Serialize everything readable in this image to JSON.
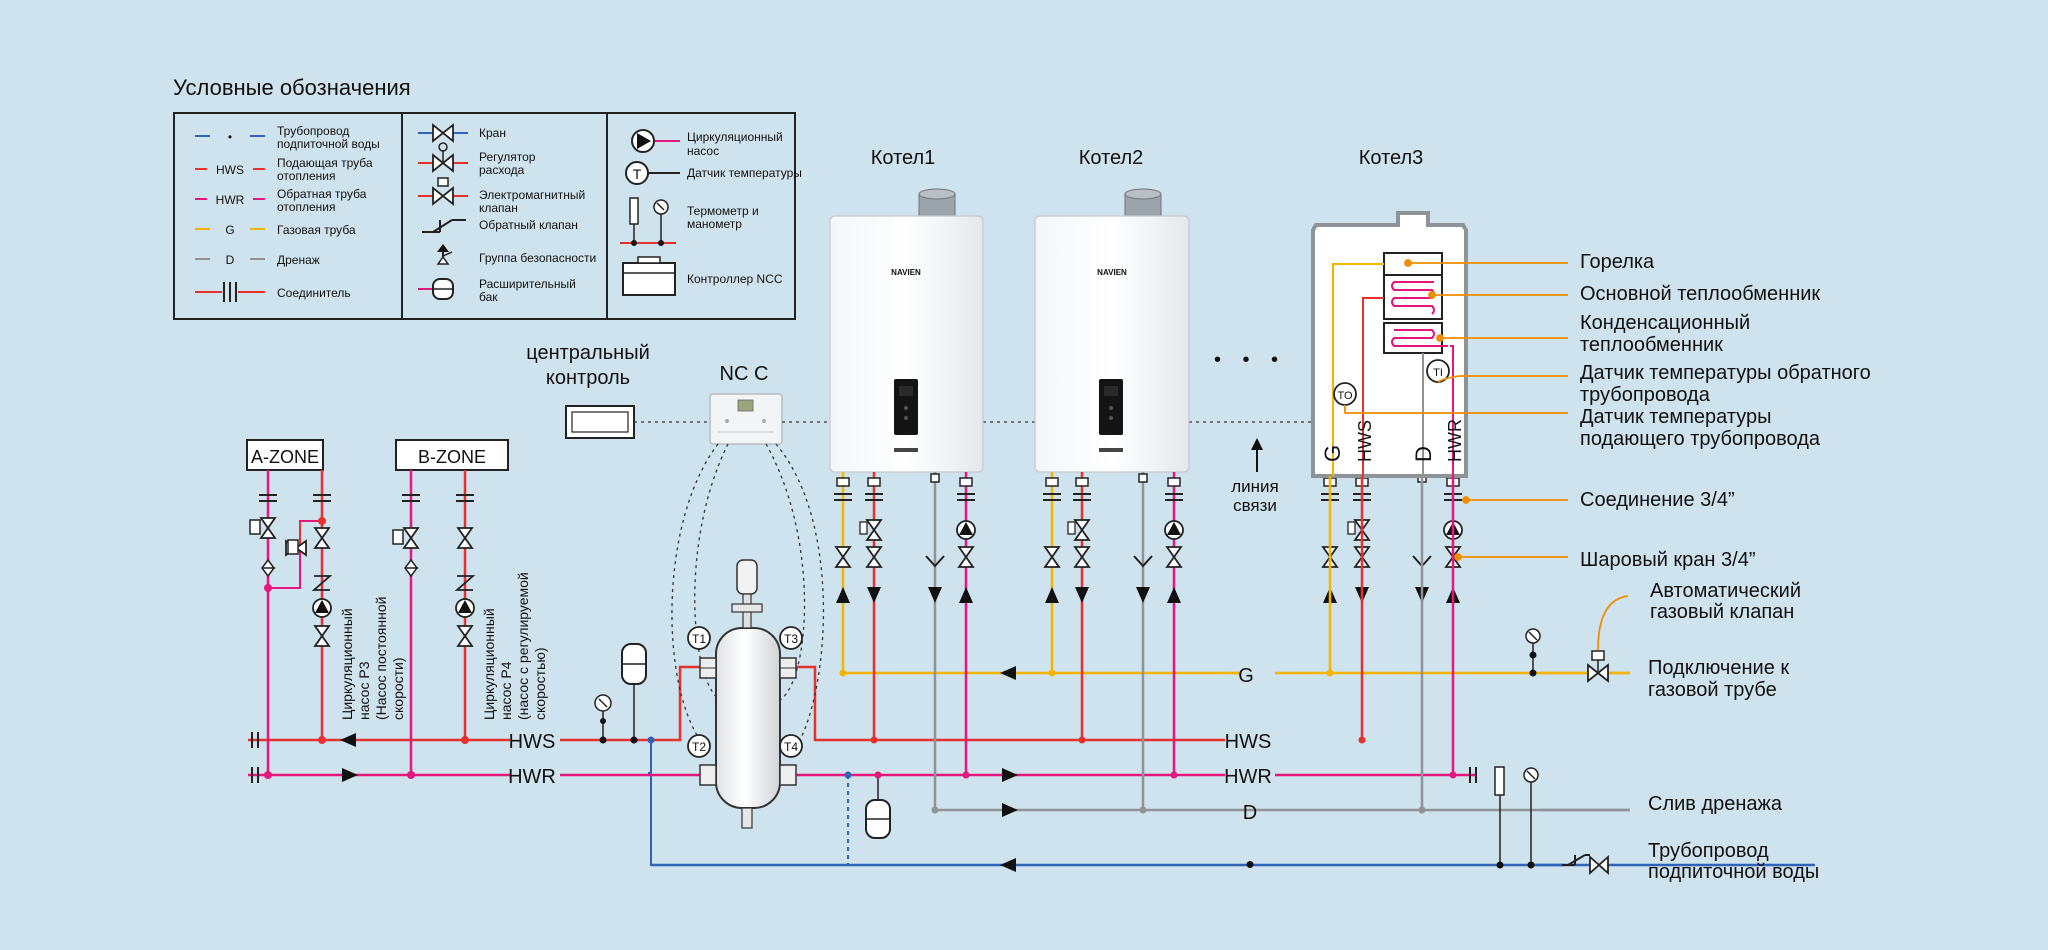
{
  "colors": {
    "background": "#cfe3ee",
    "hws": "#e5322d",
    "hwr": "#e5177b",
    "gas": "#f4b400",
    "drain": "#8f9395",
    "makeup": "#2e63b8",
    "callout": "#f08c00"
  },
  "legend": {
    "title": "Условные обозначения",
    "col1": [
      {
        "symbol": "•",
        "text": [
          "Трубопровод",
          "подпиточной воды"
        ],
        "icon": "makeup-line-icon"
      },
      {
        "symbol": "HWS",
        "text": [
          "Подающая труба",
          "отопления"
        ],
        "icon": "hws-line-icon"
      },
      {
        "symbol": "HWR",
        "text": [
          "Обратная труба",
          "отопления"
        ],
        "icon": "hwr-line-icon"
      },
      {
        "symbol": "G",
        "text": [
          "Газовая труба"
        ],
        "icon": "gas-line-icon"
      },
      {
        "symbol": "D",
        "text": [
          "Дренаж"
        ],
        "icon": "drain-line-icon"
      },
      {
        "symbol": "",
        "text": [
          "Соединитель"
        ],
        "icon": "connector-icon"
      }
    ],
    "col2": [
      {
        "text": [
          "Кран"
        ],
        "icon": "valve-icon"
      },
      {
        "text": [
          "Регулятор",
          "расхода"
        ],
        "icon": "flow-regulator-icon"
      },
      {
        "text": [
          "Электромагнитный",
          "клапан"
        ],
        "icon": "solenoid-valve-icon"
      },
      {
        "text": [
          "Обратный клапан"
        ],
        "icon": "check-valve-icon"
      },
      {
        "text": [
          "Группа безопасности"
        ],
        "icon": "safety-group-icon"
      },
      {
        "text": [
          "Расширительный",
          "бак"
        ],
        "icon": "expansion-tank-icon"
      }
    ],
    "col3": [
      {
        "text": [
          "Циркуляционный",
          "насос"
        ],
        "icon": "pump-icon"
      },
      {
        "text": [
          "Датчик температуры"
        ],
        "icon": "temp-sensor-icon"
      },
      {
        "text": [
          "Термометр и",
          "манометр"
        ],
        "icon": "thermometer-manometer-icon"
      },
      {
        "text": [
          "Контроллер NCC"
        ],
        "icon": "ncc-controller-icon"
      }
    ]
  },
  "boilers": [
    {
      "label": "Котел1",
      "brand": "NAVIEN"
    },
    {
      "label": "Котел2",
      "brand": "NAVIEN"
    },
    {
      "label": "Котел3"
    }
  ],
  "boiler3_ports": [
    "G",
    "HWS",
    "D",
    "HWR"
  ],
  "sensors": {
    "to": "TO",
    "ti": "TI",
    "hydro": [
      "T1",
      "T3",
      "T2",
      "T4"
    ]
  },
  "control": {
    "central": [
      "центральный",
      "контроль"
    ],
    "ncc": "NC C",
    "dots": "• • •",
    "comm": [
      "линия",
      "связи"
    ]
  },
  "zones": {
    "a": "A-ZONE",
    "b": "B-ZONE",
    "pump_a": [
      "Циркуляционный",
      "насос P3",
      "(Насос постоянной",
      "скорости)"
    ],
    "pump_b": [
      "Циркуляционный",
      "насос P4",
      "(насос с регулируемой",
      "скоростью)"
    ]
  },
  "pipes": {
    "hws": "HWS",
    "hwr": "HWR",
    "g": "G",
    "d": "D",
    "makeup_dot": "•"
  },
  "callouts": {
    "burner": "Горелка",
    "main_hx": "Основной теплообменник",
    "cond_hx": [
      "Конденсационный",
      "теплообменник"
    ],
    "return_sensor": [
      "Датчик температуры обратного",
      "трубопровода"
    ],
    "supply_sensor": [
      "Датчик температуры",
      "подающего трубопровода"
    ],
    "connection": "Соединение 3/4”",
    "ball_valve": "Шаровый кран 3/4”",
    "auto_gas": [
      "Автоматический",
      "газовый клапан"
    ],
    "gas_connect": [
      "Подключение к",
      "газовой трубе"
    ],
    "drain": "Слив дренажа",
    "makeup": [
      "Трубопровод",
      "подпиточной воды"
    ]
  }
}
